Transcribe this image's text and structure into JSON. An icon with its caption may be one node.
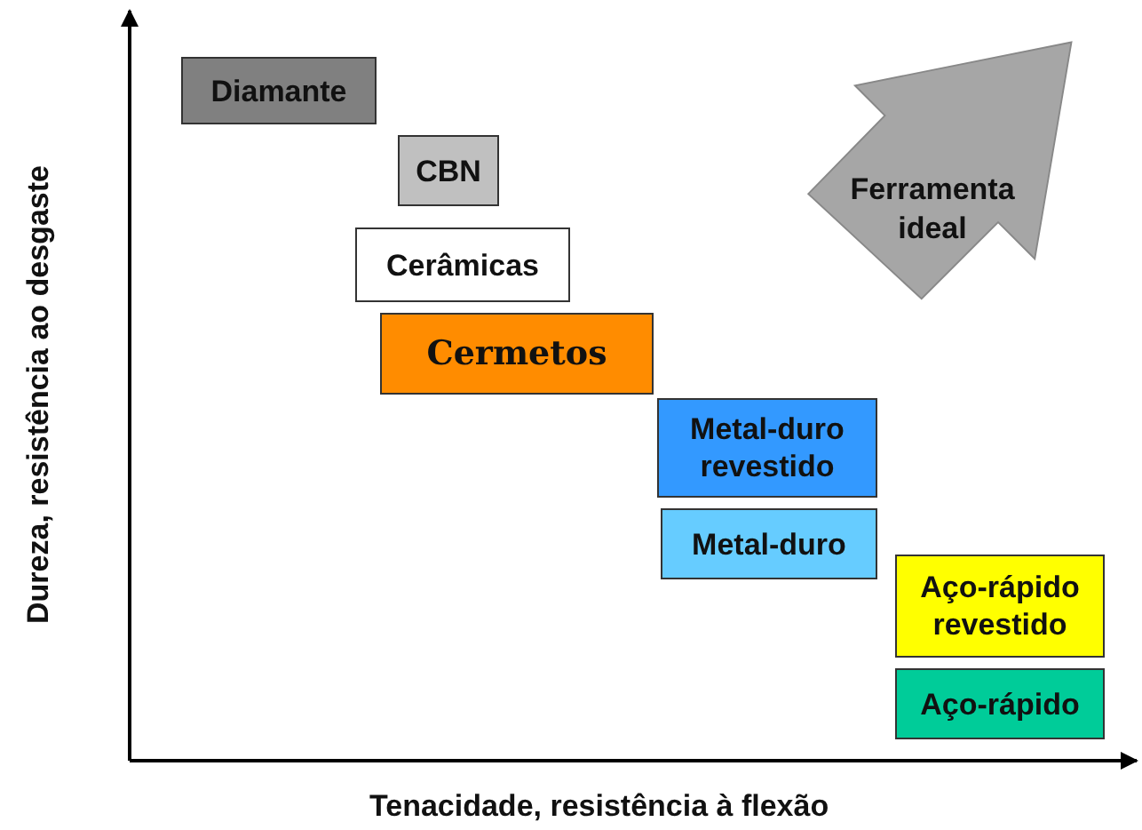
{
  "diagram": {
    "nodes": [
      {
        "text": [
          "Diamante"
        ]
      },
      {
        "text": [
          "CBN"
        ]
      },
      {
        "text": [
          "Cerâmicas"
        ]
      },
      {
        "text": [
          "Cermetos"
        ]
      },
      {
        "text": [
          "Metal-duro revestido"
        ]
      },
      {
        "text": [
          "Metal-duro"
        ]
      },
      {
        "text": [
          "Aço-rápido revestido"
        ]
      },
      {
        "text": [
          "Aço-rápido"
        ]
      },
      {
        "text": [
          "Ferramenta ideal"
        ]
      }
    ],
    "labels": [
      "Dureza, resistência ao desgaste",
      "Tenacidade, resistência à flexão"
    ]
  }
}
